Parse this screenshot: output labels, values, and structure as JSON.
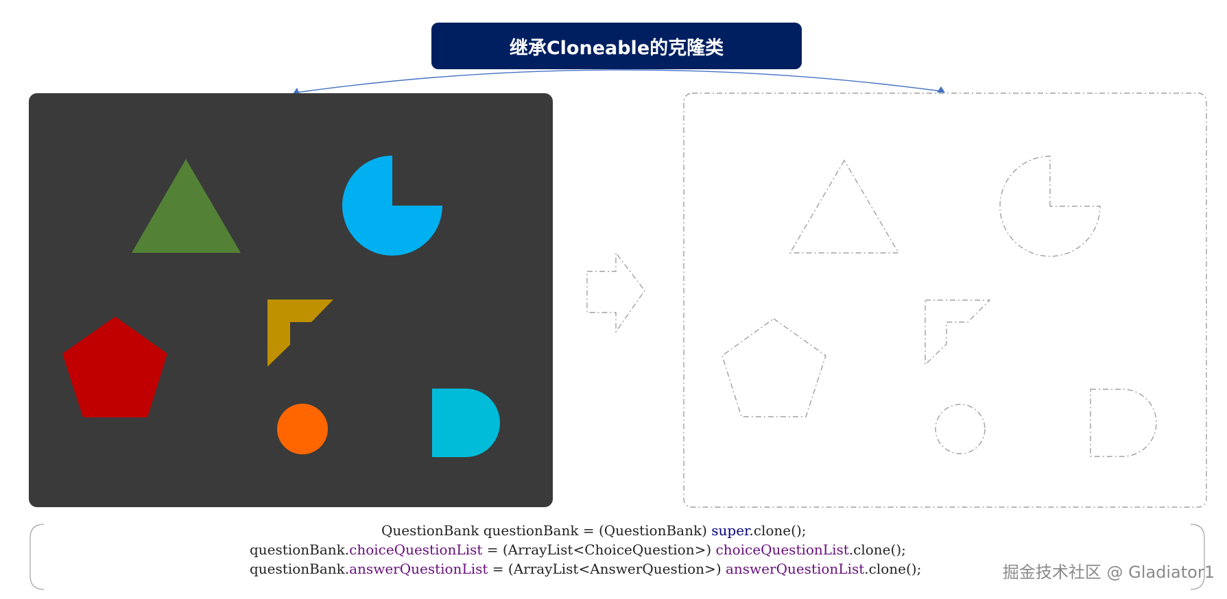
{
  "title": "继承Cloneable的克隆类",
  "code": {
    "line1": {
      "a": "QuestionBank questionBank = (QuestionBank) ",
      "kw": "super",
      "b": ".clone();"
    },
    "line2": {
      "a": "questionBank.",
      "f1": "choiceQuestionList",
      "b": " = (ArrayList<ChoiceQuestion>) ",
      "f2": "choiceQuestionList",
      "c": ".clone();"
    },
    "line3": {
      "a": "questionBank.",
      "f1": "answerQuestionList",
      "b": " = (ArrayList<AnswerQuestion>) ",
      "f2": "answerQuestionList",
      "c": ".clone();"
    }
  },
  "watermark": "掘金技术社区 @ Gladiator1",
  "colors": {
    "title_bg": "#001f60",
    "original_panel_bg": "#3a3a3a",
    "triangle": "#538135",
    "pacman": "#00b0f0",
    "corner": "#bf9000",
    "pentagon": "#c00000",
    "circle": "#ff6600",
    "d_shape": "#00bcd9",
    "connector": "#4472c4",
    "dashed_outline": "#a0a0a0",
    "keyword": "#000080",
    "field": "#660e7a"
  },
  "shapes": [
    "triangle",
    "pacman",
    "corner",
    "pentagon",
    "circle",
    "d-shape"
  ]
}
